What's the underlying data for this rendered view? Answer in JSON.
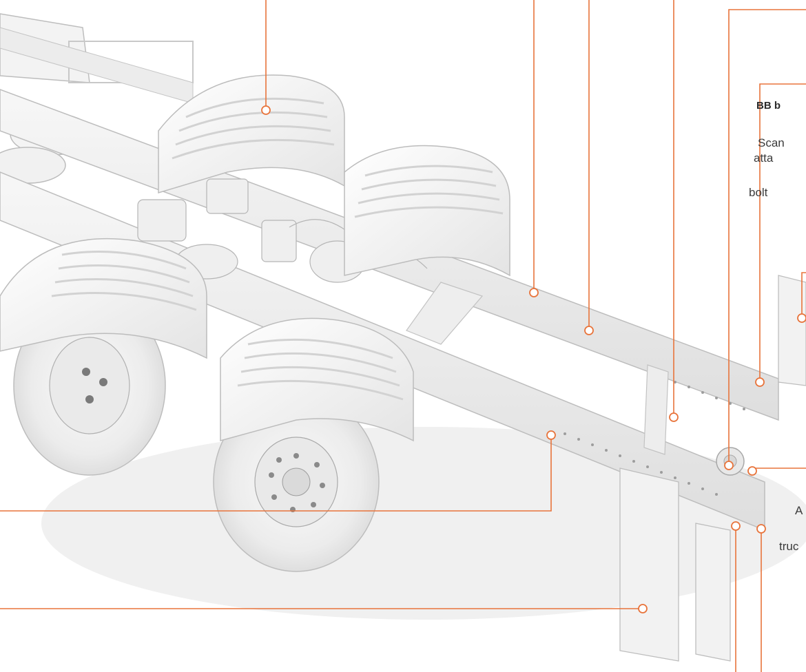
{
  "accent_color": "#e8733a",
  "labels": {
    "heading_bb": "BB b",
    "line_1": "Scan",
    "line_2": "atta",
    "line_3": "bolt",
    "line_4": "A",
    "line_5": "truc"
  }
}
